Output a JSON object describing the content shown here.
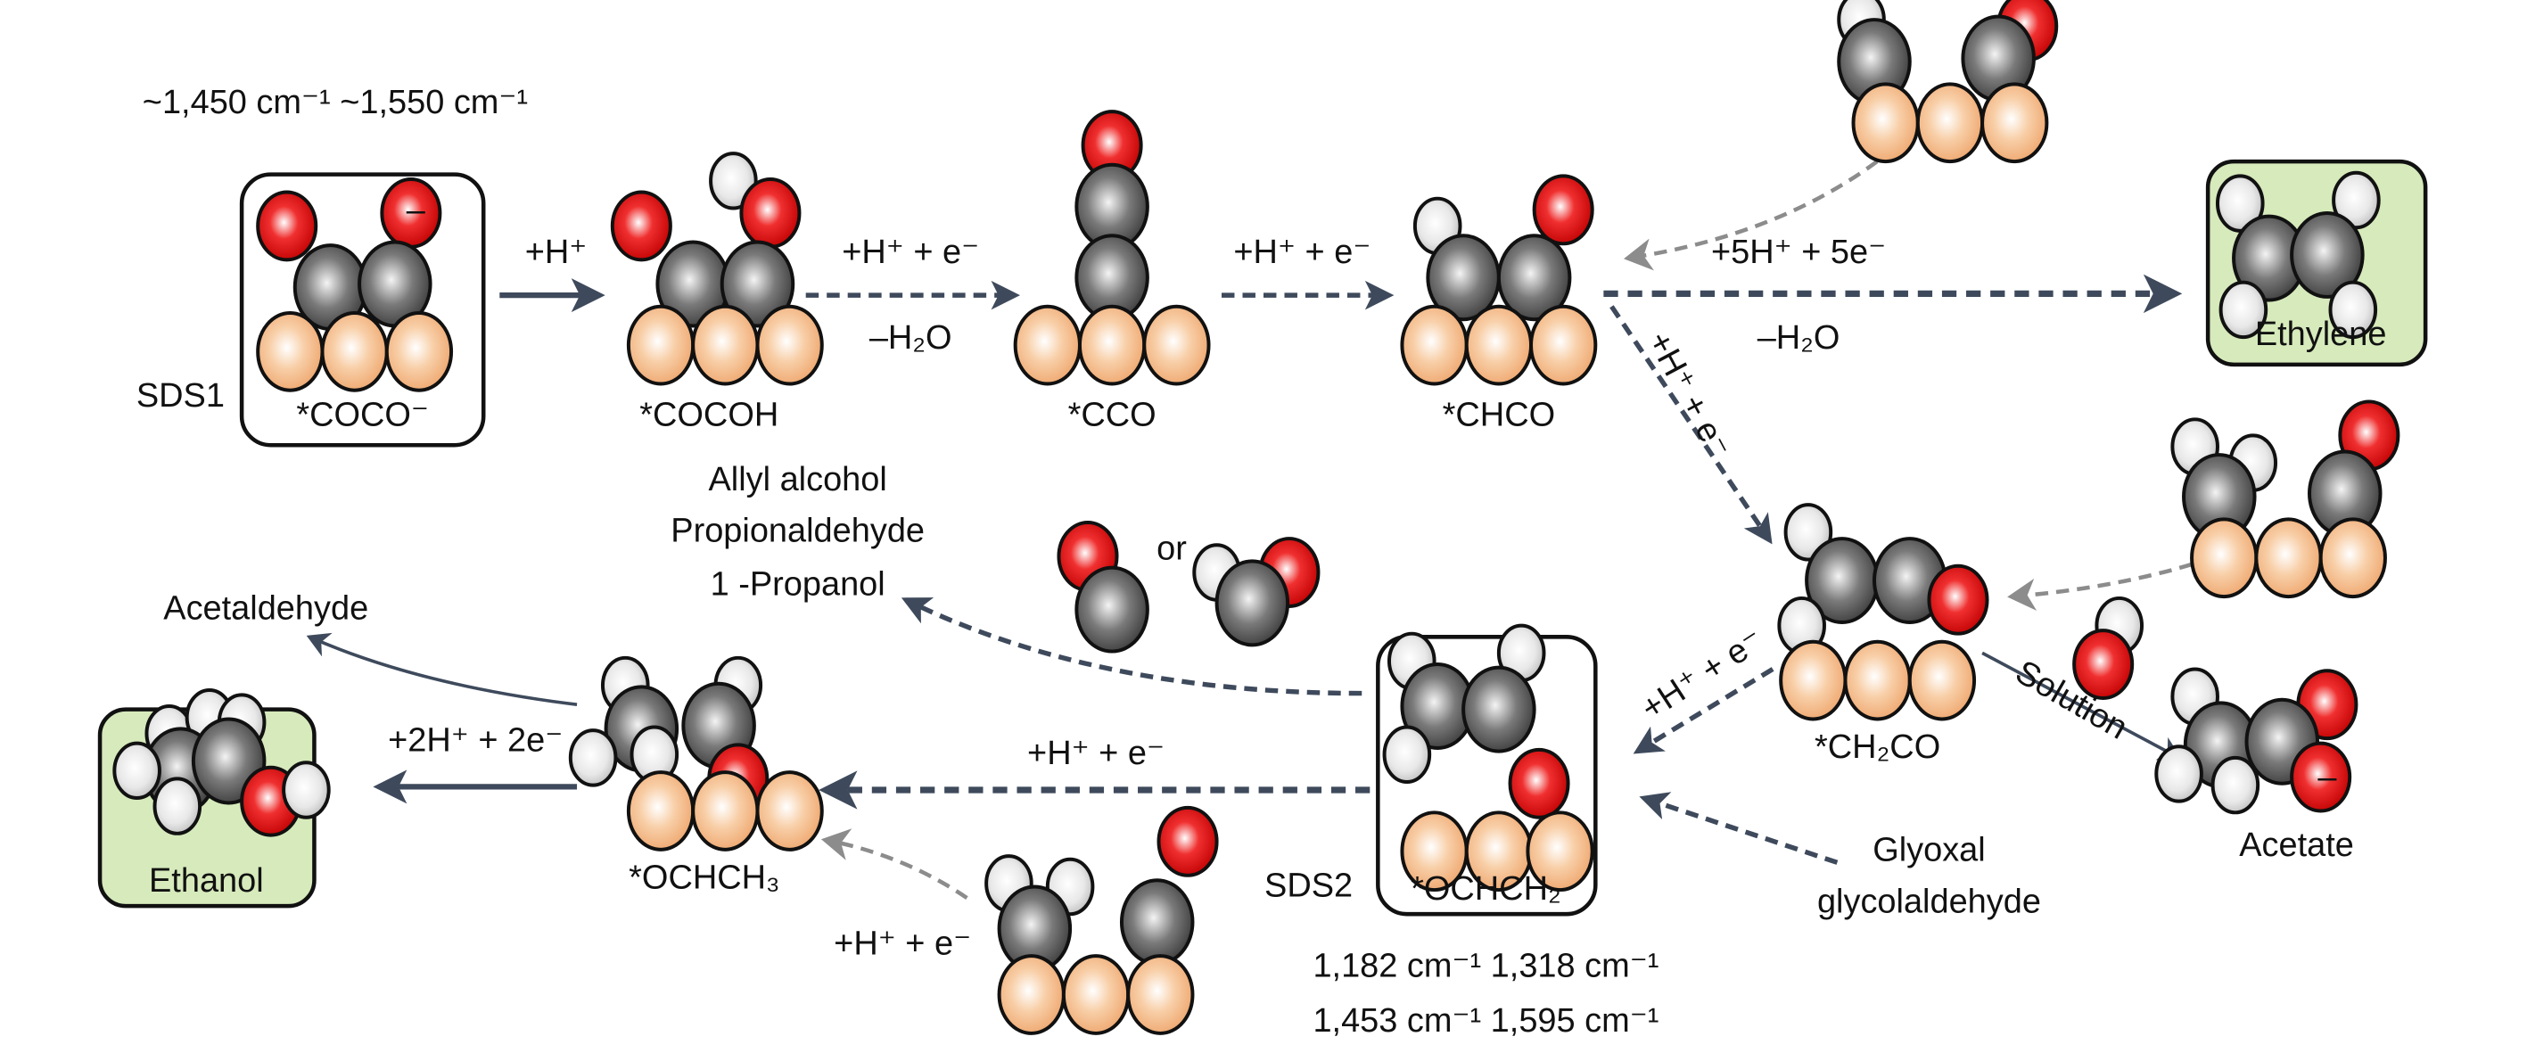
{
  "colors": {
    "copper": "#f5b98a",
    "carbon": "#555555",
    "oxygen": "#e00000",
    "hydrogen": "#e6e6e6",
    "arrow": "#3e4a5c",
    "product_box": "#d6eabb"
  },
  "wavenumbers_sds1": "~1,450 cm⁻¹ ~1,550 cm⁻¹",
  "wavenumbers_sds2": [
    "1,182 cm⁻¹ 1,318 cm⁻¹",
    "1,453 cm⁻¹ 1,595 cm⁻¹"
  ],
  "intermediates": {
    "coco": "*COCO⁻",
    "cocoh": "*COCOH",
    "cco": "*CCO",
    "chco": "*CHCO",
    "ch2co": "*CH₂CO",
    "ochch2": "*OCHCH₂",
    "ochch3": "*OCHCH₃"
  },
  "sds": {
    "sds1": "SDS1",
    "sds2": "SDS2"
  },
  "products": {
    "ethylene": "Ethylene",
    "ethanol": "Ethanol",
    "acetate": "Acetate",
    "acetaldehyde": "Acetaldehyde"
  },
  "c3_products": [
    "Allyl alcohol",
    "Propionaldehyde",
    "1 -Propanol"
  ],
  "side_products": [
    "Glyoxal",
    "glycolaldehyde"
  ],
  "steps": {
    "s1": "+H⁺",
    "s2_top": "+H⁺ + e⁻",
    "s2_bottom": "–H₂O",
    "s3": "+H⁺ + e⁻",
    "s4_top": "+5H⁺ + 5e⁻",
    "s4_bottom": "–H₂O",
    "s5": "+H⁺ + e⁻",
    "s6": "+H⁺ + e⁻",
    "s7": "+H⁺ + e⁻",
    "s8": "+2H⁺ + 2e⁻",
    "s9": "+H⁺ + e⁻",
    "solution": "Solution",
    "or": "or",
    "minus": "–"
  }
}
